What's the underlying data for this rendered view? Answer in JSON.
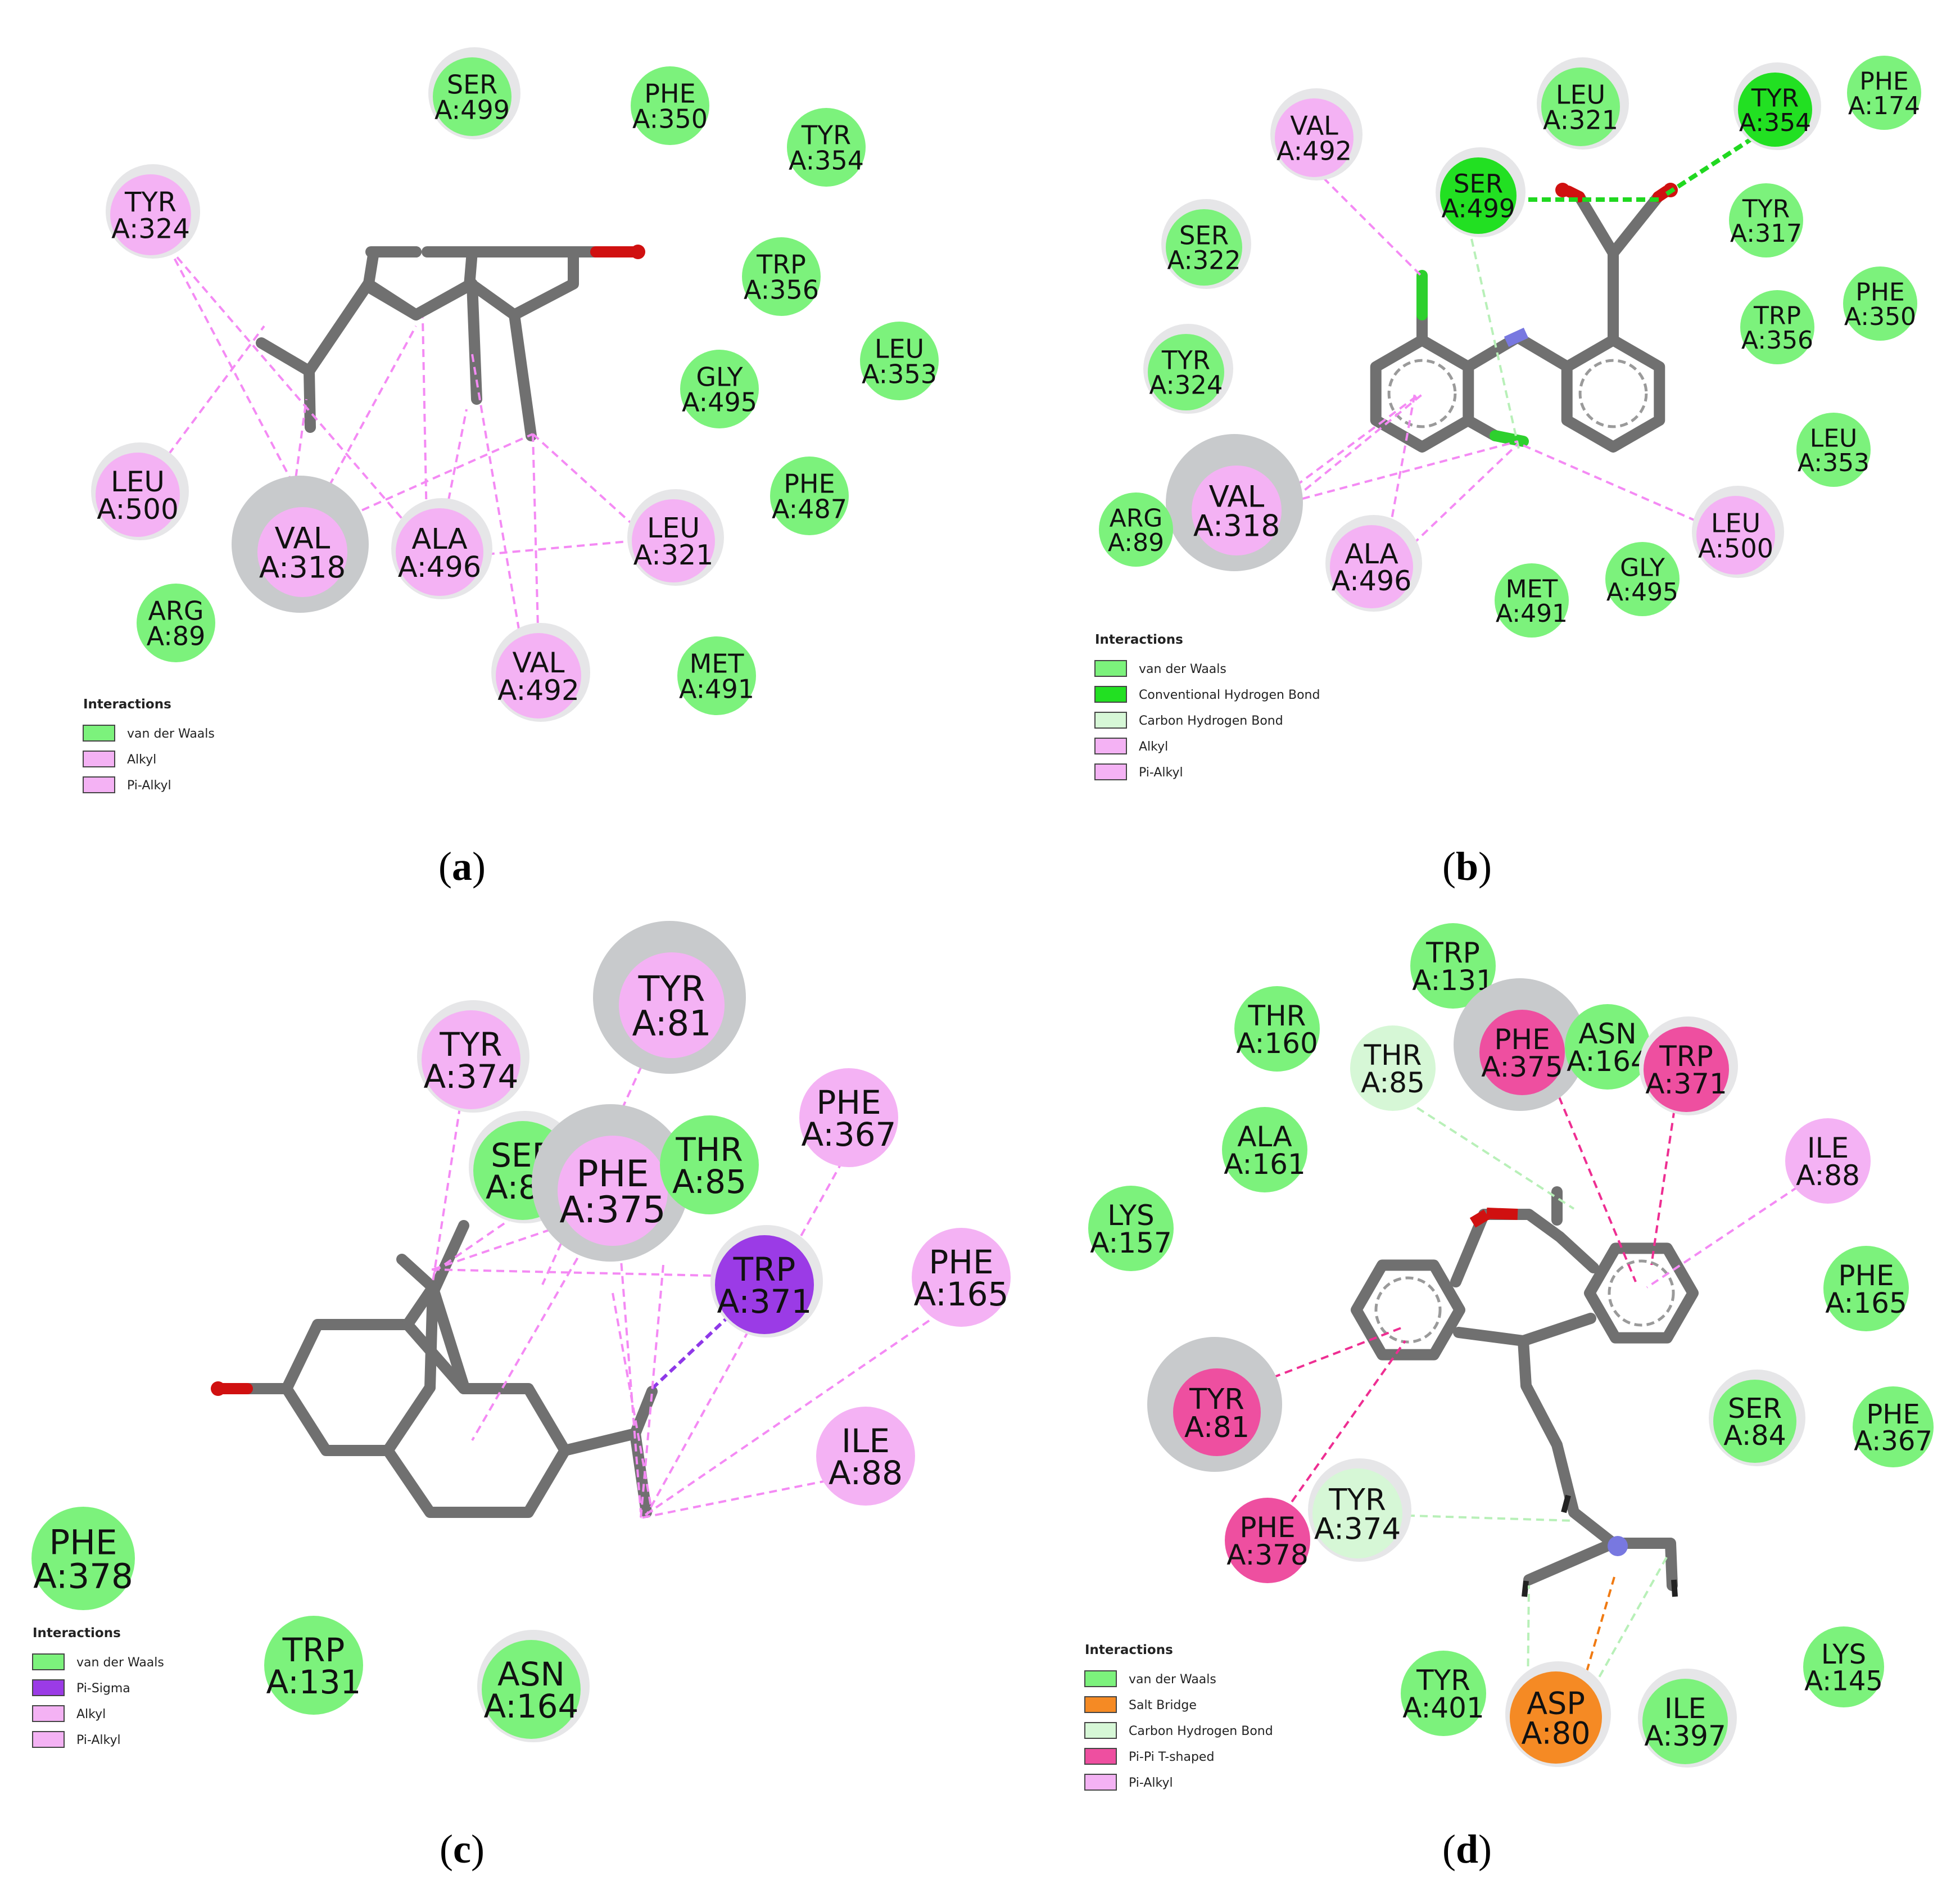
{
  "colors": {
    "van der Waals": "#7CF27C",
    "Conventional Hydrogen Bond": "#22E022",
    "Carbon Hydrogen Bond": "#D6F7D6",
    "Alkyl": "#F4B2F4",
    "Pi-Alkyl": "#F4B2F4",
    "Pi-Sigma": "#9B3BE6",
    "Salt Bridge": "#F58A24",
    "Pi-Pi T-shaped": "#EE4FA0",
    "stick": "#707070",
    "oxygen": "#D01010",
    "nitrogen": "#7878E0",
    "chlorine": "#2ED02E"
  },
  "legend_title": "Interactions",
  "panels": [
    {
      "id": "a",
      "label_open": "(",
      "label_letter": "a",
      "label_close": ")",
      "legend": [
        "van der Waals",
        "Alkyl",
        "Pi-Alkyl"
      ],
      "residues": [
        {
          "name": "SER",
          "num": "A:499",
          "type": "van der Waals"
        },
        {
          "name": "PHE",
          "num": "A:350",
          "type": "van der Waals"
        },
        {
          "name": "TYR",
          "num": "A:354",
          "type": "van der Waals"
        },
        {
          "name": "TYR",
          "num": "A:324",
          "type": "Alkyl"
        },
        {
          "name": "TRP",
          "num": "A:356",
          "type": "van der Waals"
        },
        {
          "name": "LEU",
          "num": "A:353",
          "type": "van der Waals"
        },
        {
          "name": "GLY",
          "num": "A:495",
          "type": "van der Waals"
        },
        {
          "name": "LEU",
          "num": "A:500",
          "type": "Alkyl"
        },
        {
          "name": "PHE",
          "num": "A:487",
          "type": "van der Waals"
        },
        {
          "name": "VAL",
          "num": "A:318",
          "type": "Alkyl"
        },
        {
          "name": "ALA",
          "num": "A:496",
          "type": "Alkyl"
        },
        {
          "name": "LEU",
          "num": "A:321",
          "type": "Alkyl"
        },
        {
          "name": "ARG",
          "num": "A:89",
          "type": "van der Waals"
        },
        {
          "name": "VAL",
          "num": "A:492",
          "type": "Alkyl"
        },
        {
          "name": "MET",
          "num": "A:491",
          "type": "van der Waals"
        }
      ]
    },
    {
      "id": "b",
      "label_open": "(",
      "label_letter": "b",
      "label_close": ")",
      "legend": [
        "van der Waals",
        "Conventional Hydrogen Bond",
        "Carbon Hydrogen Bond",
        "Alkyl",
        "Pi-Alkyl"
      ],
      "residues": [
        {
          "name": "VAL",
          "num": "A:492",
          "type": "Alkyl"
        },
        {
          "name": "LEU",
          "num": "A:321",
          "type": "van der Waals"
        },
        {
          "name": "TYR",
          "num": "A:354",
          "type": "Conventional Hydrogen Bond"
        },
        {
          "name": "PHE",
          "num": "A:174",
          "type": "van der Waals"
        },
        {
          "name": "SER",
          "num": "A:499",
          "type": "Conventional Hydrogen Bond"
        },
        {
          "name": "SER",
          "num": "A:322",
          "type": "van der Waals"
        },
        {
          "name": "TYR",
          "num": "A:317",
          "type": "van der Waals"
        },
        {
          "name": "PHE",
          "num": "A:350",
          "type": "van der Waals"
        },
        {
          "name": "TRP",
          "num": "A:356",
          "type": "van der Waals"
        },
        {
          "name": "TYR",
          "num": "A:324",
          "type": "van der Waals"
        },
        {
          "name": "LEU",
          "num": "A:353",
          "type": "van der Waals"
        },
        {
          "name": "VAL",
          "num": "A:318",
          "type": "Alkyl"
        },
        {
          "name": "ARG",
          "num": "A:89",
          "type": "van der Waals"
        },
        {
          "name": "LEU",
          "num": "A:500",
          "type": "Alkyl"
        },
        {
          "name": "ALA",
          "num": "A:496",
          "type": "Alkyl"
        },
        {
          "name": "GLY",
          "num": "A:495",
          "type": "van der Waals"
        },
        {
          "name": "MET",
          "num": "A:491",
          "type": "van der Waals"
        }
      ]
    },
    {
      "id": "c",
      "label_open": "(",
      "label_letter": "c",
      "label_close": ")",
      "legend": [
        "van der Waals",
        "Pi-Sigma",
        "Alkyl",
        "Pi-Alkyl"
      ],
      "residues": [
        {
          "name": "TYR",
          "num": "A:81",
          "type": "Alkyl"
        },
        {
          "name": "TYR",
          "num": "A:374",
          "type": "Alkyl"
        },
        {
          "name": "PHE",
          "num": "A:367",
          "type": "Alkyl"
        },
        {
          "name": "SER",
          "num": "A:84",
          "type": "van der Waals"
        },
        {
          "name": "PHE",
          "num": "A:375",
          "type": "Alkyl"
        },
        {
          "name": "THR",
          "num": "A:85",
          "type": "van der Waals"
        },
        {
          "name": "TRP",
          "num": "A:371",
          "type": "Pi-Sigma"
        },
        {
          "name": "PHE",
          "num": "A:165",
          "type": "Alkyl"
        },
        {
          "name": "ILE",
          "num": "A:88",
          "type": "Alkyl"
        },
        {
          "name": "PHE",
          "num": "A:378",
          "type": "van der Waals"
        },
        {
          "name": "TRP",
          "num": "A:131",
          "type": "van der Waals"
        },
        {
          "name": "ASN",
          "num": "A:164",
          "type": "van der Waals"
        }
      ]
    },
    {
      "id": "d",
      "label_open": "(",
      "label_letter": "d",
      "label_close": ")",
      "legend": [
        "van der Waals",
        "Salt Bridge",
        "Carbon Hydrogen Bond",
        "Pi-Pi T-shaped",
        "Pi-Alkyl"
      ],
      "residues": [
        {
          "name": "TRP",
          "num": "A:131",
          "type": "van der Waals"
        },
        {
          "name": "THR",
          "num": "A:160",
          "type": "van der Waals"
        },
        {
          "name": "THR",
          "num": "A:85",
          "type": "Carbon Hydrogen Bond"
        },
        {
          "name": "PHE",
          "num": "A:375",
          "type": "Pi-Pi T-shaped"
        },
        {
          "name": "ASN",
          "num": "A:164",
          "type": "van der Waals"
        },
        {
          "name": "TRP",
          "num": "A:371",
          "type": "Pi-Pi T-shaped"
        },
        {
          "name": "ALA",
          "num": "A:161",
          "type": "van der Waals"
        },
        {
          "name": "ILE",
          "num": "A:88",
          "type": "Pi-Alkyl"
        },
        {
          "name": "LYS",
          "num": "A:157",
          "type": "van der Waals"
        },
        {
          "name": "PHE",
          "num": "A:165",
          "type": "van der Waals"
        },
        {
          "name": "TYR",
          "num": "A:81",
          "type": "Pi-Pi T-shaped"
        },
        {
          "name": "SER",
          "num": "A:84",
          "type": "van der Waals"
        },
        {
          "name": "PHE",
          "num": "A:367",
          "type": "van der Waals"
        },
        {
          "name": "TYR",
          "num": "A:374",
          "type": "Carbon Hydrogen Bond"
        },
        {
          "name": "PHE",
          "num": "A:378",
          "type": "Pi-Pi T-shaped"
        },
        {
          "name": "LYS",
          "num": "A:145",
          "type": "van der Waals"
        },
        {
          "name": "TYR",
          "num": "A:401",
          "type": "van der Waals"
        },
        {
          "name": "ASP",
          "num": "A:80",
          "type": "Salt Bridge"
        },
        {
          "name": "ILE",
          "num": "A:397",
          "type": "van der Waals"
        }
      ]
    }
  ]
}
